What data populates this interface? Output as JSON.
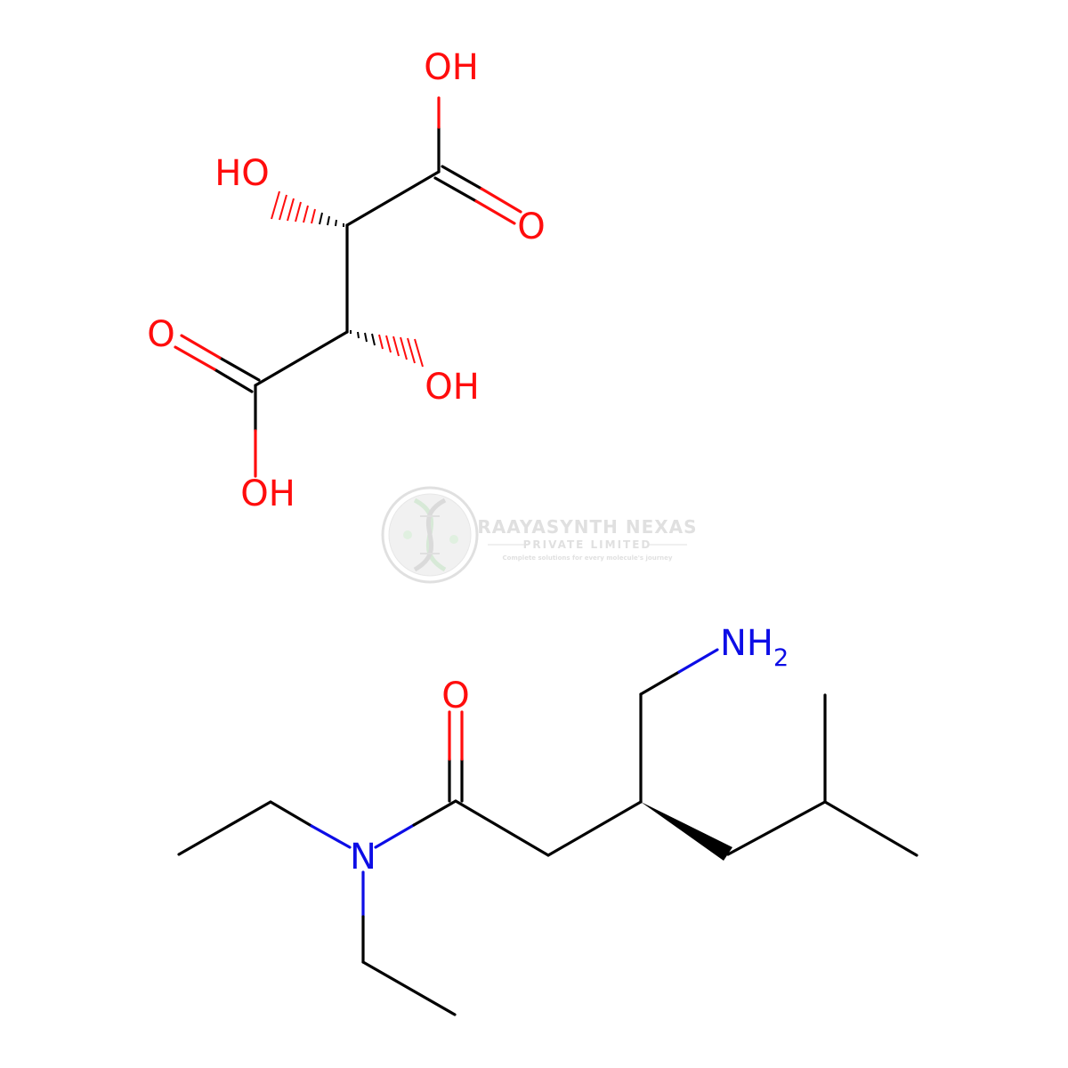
{
  "colors": {
    "bond": "#000000",
    "oxygen": "#ff0d0d",
    "nitrogen": "#0d0de6",
    "watermark": "#c8c8c8"
  },
  "watermark": {
    "logo_icon": "dna-helix-logo-icon",
    "title": "RAAYASYNTH NEXAS",
    "subtitle": "PRIVATE LIMITED",
    "tagline": "Complete solutions for every molecule's journey"
  },
  "tartaric_acid": {
    "labels": {
      "oh_top": "OH",
      "ho_left": "HO",
      "o_right": "O",
      "o_left": "O",
      "oh_mid": "OH",
      "oh_bottom": "OH"
    }
  },
  "amide": {
    "labels": {
      "o_carbonyl": "O",
      "n_amide": "N",
      "nh2": "NH",
      "nh2_sub": "2"
    }
  }
}
